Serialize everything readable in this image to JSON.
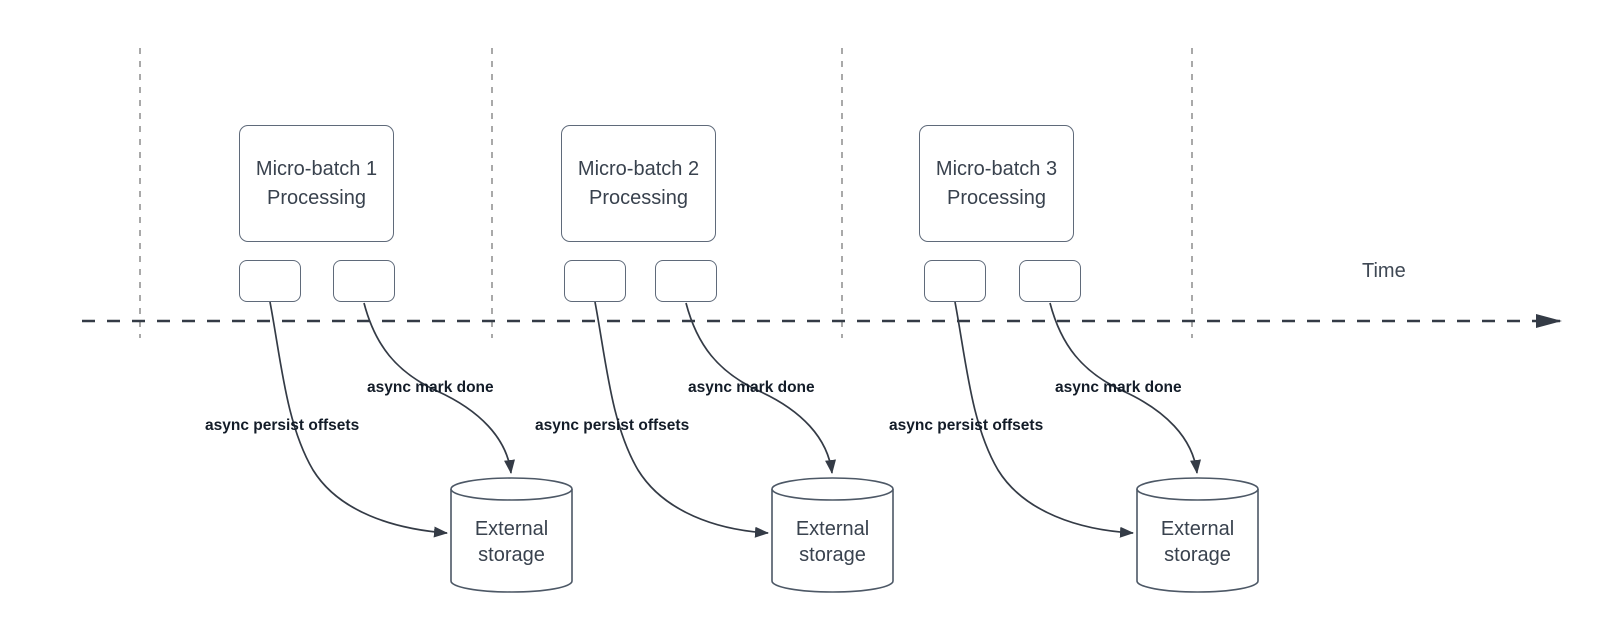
{
  "diagram": {
    "time_axis_label": "Time",
    "groups": [
      {
        "processing_box": "Micro-batch 1\nProcessing",
        "offsets_arrow_label": "async persist offsets",
        "mark_done_arrow_label": "async mark done",
        "storage": "External\nstorage"
      },
      {
        "processing_box": "Micro-batch 2\nProcessing",
        "offsets_arrow_label": "async persist offsets",
        "mark_done_arrow_label": "async mark done",
        "storage": "External\nstorage"
      },
      {
        "processing_box": "Micro-batch 3\nProcessing",
        "offsets_arrow_label": "async persist offsets",
        "mark_done_arrow_label": "async mark done",
        "storage": "External\nstorage"
      }
    ],
    "colors": {
      "background": "#ffffff",
      "shape_border": "#5f6a7a",
      "connector_line": "#343b46",
      "guide_line": "#a9a9a9",
      "bold_label_text": "#131c28",
      "shape_text": "#39424e"
    }
  }
}
